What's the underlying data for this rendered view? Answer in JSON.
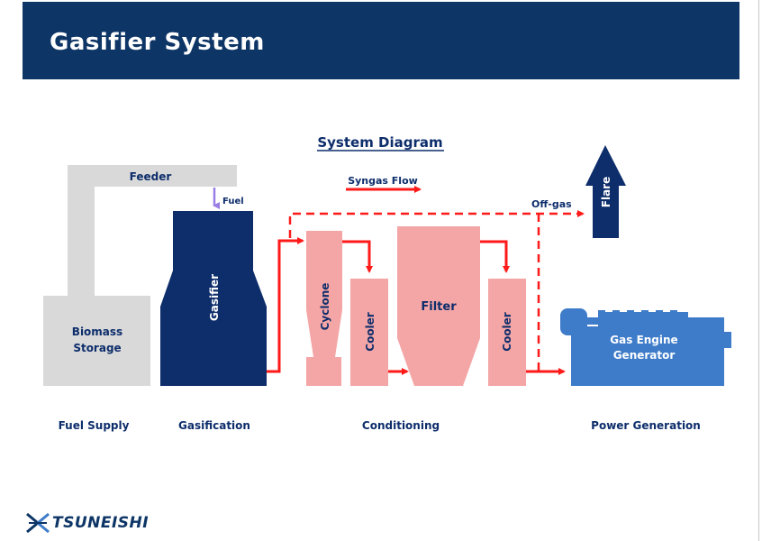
{
  "header": {
    "title": "Gasifier System"
  },
  "diagram": {
    "title": "System Diagram",
    "legend_syngas": "Syngas Flow",
    "nodes": {
      "feeder": "Feeder",
      "fuel": "Fuel",
      "gasifier": "Gasifier",
      "biomass_line1": "Biomass",
      "biomass_line2": "Storage",
      "cyclone": "Cyclone",
      "cooler1": "Cooler",
      "filter": "Filter",
      "cooler2": "Cooler",
      "offgas": "Off-gas",
      "flare": "Flare",
      "engine_line1": "Gas Engine",
      "engine_line2": "Generator"
    },
    "stages": {
      "fuel_supply": "Fuel Supply",
      "gasification": "Gasification",
      "conditioning": "Conditioning",
      "power_generation": "Power Generation"
    },
    "colors": {
      "navy": "#0d2d6b",
      "grey": "#d9d9d9",
      "pink": "#f4a6a6",
      "red": "#ff1a1a",
      "steel": "#3e7cc9",
      "purple": "#9a7ee6"
    }
  },
  "footer": {
    "logo_text": "TSUNEISHI"
  }
}
